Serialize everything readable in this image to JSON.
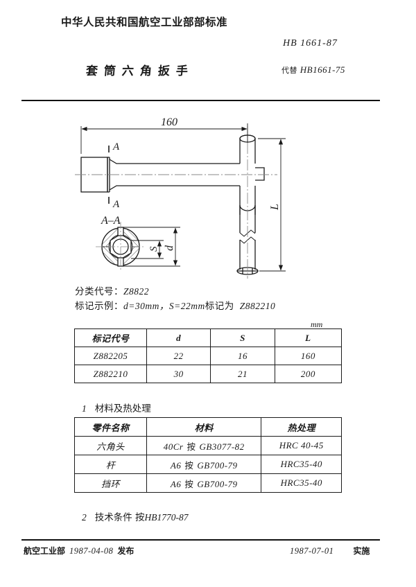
{
  "header": {
    "issuing_body": "中华人民共和国航空工业部部标准",
    "standard_code": "HB 1661-87",
    "title": "套筒六角扳手",
    "replaces_label": "代替",
    "replaces_code": "HB1661-75"
  },
  "drawing": {
    "overall_length_dim": "160",
    "handle_length_dim": "L",
    "section_mark_top": "A",
    "section_mark_bottom": "A",
    "section_view_label": "A-A",
    "socket_across_flats_dim": "S",
    "socket_outer_dia_dim": "d"
  },
  "notes": {
    "classification_label": "分类代号：",
    "classification_value": "Z8822",
    "example_label": "标记示例：",
    "example_text_a": "d=30mm，S=22mm",
    "example_label_b": "标记为",
    "example_value": "Z882210",
    "material_note_num": "1",
    "material_note_text": "材料及热处理",
    "tech_note_num": "2",
    "tech_note_text": "技术条件  按",
    "tech_note_value": "HB1770-87",
    "unit": "mm"
  },
  "dim_table": {
    "headers": [
      "标记代号",
      "d",
      "S",
      "L"
    ],
    "rows": [
      [
        "Z882205",
        "22",
        "16",
        "160"
      ],
      [
        "Z882210",
        "30",
        "21",
        "200"
      ]
    ]
  },
  "mat_table": {
    "headers": [
      "零件名称",
      "材料",
      "热处理"
    ],
    "rows": [
      {
        "part": "六角头",
        "material_grade": "40Cr",
        "material_std_cn": "按",
        "material_std": "GB3077-82",
        "heat": "HRC 40-45"
      },
      {
        "part": "杆",
        "material_grade": "A6",
        "material_std_cn": "按",
        "material_std": "GB700-79",
        "heat": "HRC35-40"
      },
      {
        "part": "挡环",
        "material_grade": "A6",
        "material_std_cn": "按",
        "material_std": "GB700-79",
        "heat": "HRC35-40"
      }
    ]
  },
  "footer": {
    "issuer": "航空工业部",
    "issue_date": "1987-04-08",
    "issue_action": "发布",
    "effective_date": "1987-07-01",
    "effective_action": "实施"
  }
}
